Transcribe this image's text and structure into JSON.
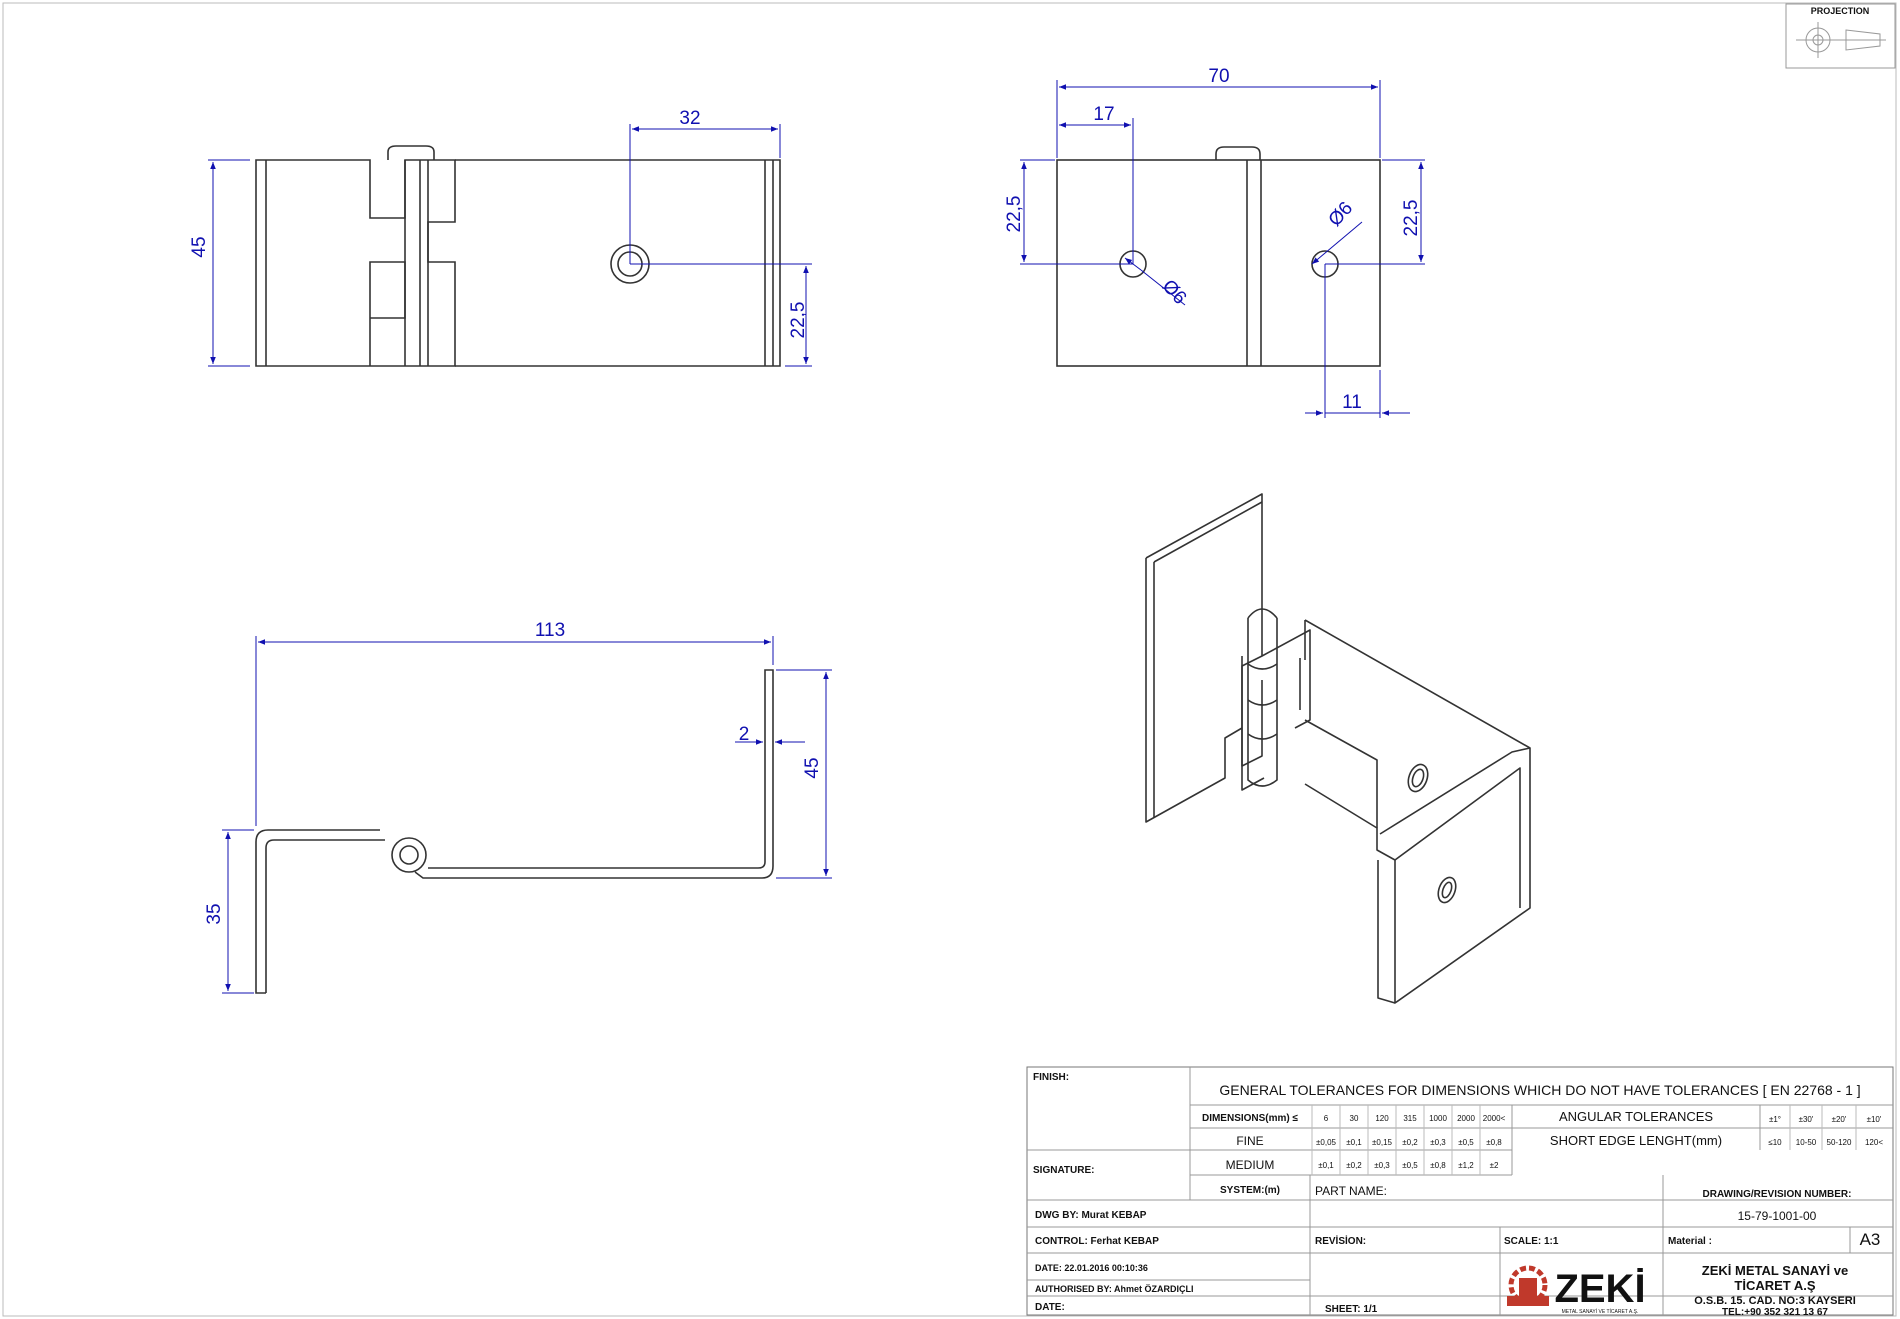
{
  "projection": {
    "label": "PROJECTION"
  },
  "dimensions": {
    "top_height": "45",
    "top_hole_offset": "32",
    "top_hole_center": "22,5",
    "right_width": "70",
    "right_hole_offset": "17",
    "right_left_height": "22,5",
    "right_right_height": "22,5",
    "right_bottom": "11",
    "dia_left": "Ø6",
    "dia_right": "Ø6",
    "side_length": "113",
    "side_thickness": "2",
    "side_right_height": "45",
    "side_left_height": "35"
  },
  "title_block": {
    "finish_label": "FINISH:",
    "signature_label": "SIGNATURE:",
    "tolerance_title": "GENERAL TOLERANCES FOR DIMENSIONS WHICH DO NOT HAVE TOLERANCES [ EN 22768 - 1 ]",
    "dimensions_label": "DIMENSIONS(mm) ≤",
    "fine_label": "FINE",
    "medium_label": "MEDIUM",
    "system_label": "SYSTEM:(m)",
    "dim_values": [
      "6",
      "30",
      "120",
      "315",
      "1000",
      "2000",
      "2000<"
    ],
    "fine_values": [
      "±0,05",
      "±0,1",
      "±0,15",
      "±0,2",
      "±0,3",
      "±0,5",
      "±0,8"
    ],
    "medium_values": [
      "±0,1",
      "±0,2",
      "±0,3",
      "±0,5",
      "±0,8",
      "±1,2",
      "±2"
    ],
    "angular_label": "ANGULAR  TOLERANCES",
    "short_edge_label": "SHORT EDGE LENGHT(mm)",
    "angular_values": [
      "±1°",
      "±30'",
      "±20'",
      "±10'"
    ],
    "edge_values": [
      "≤10",
      "10-50",
      "50-120",
      "120<"
    ],
    "part_name_label": "PART NAME:",
    "drawing_number_label": "DRAWING/REVISION NUMBER:",
    "drawing_number": "15-79-1001-00",
    "dwg_by": "DWG BY:   Murat KEBAP",
    "control": "CONTROL:  Ferhat KEBAP",
    "date_created": "DATE: 22.01.2016 00:10:36",
    "authorised": "AUTHORISED BY: Ahmet ÖZARDIÇLI",
    "date_label": "DATE:",
    "revision_label": "REVİSİON:",
    "scale_label": "SCALE: 1:1",
    "material_label": "Material :",
    "paper_size": "A3",
    "sheet_label": "SHEET: 1/1",
    "logo_text": "ZEKİ",
    "logo_subtext": "METAL SANAYİ VE TİCARET A.Ş.",
    "company_line1": "ZEKİ METAL SANAYİ ve",
    "company_line2": "TİCARET A.Ş",
    "company_line3": "O.S.B. 15. CAD. NO:3  KAYSERI",
    "company_line4": "TEL:+90 352 321 13 67"
  }
}
